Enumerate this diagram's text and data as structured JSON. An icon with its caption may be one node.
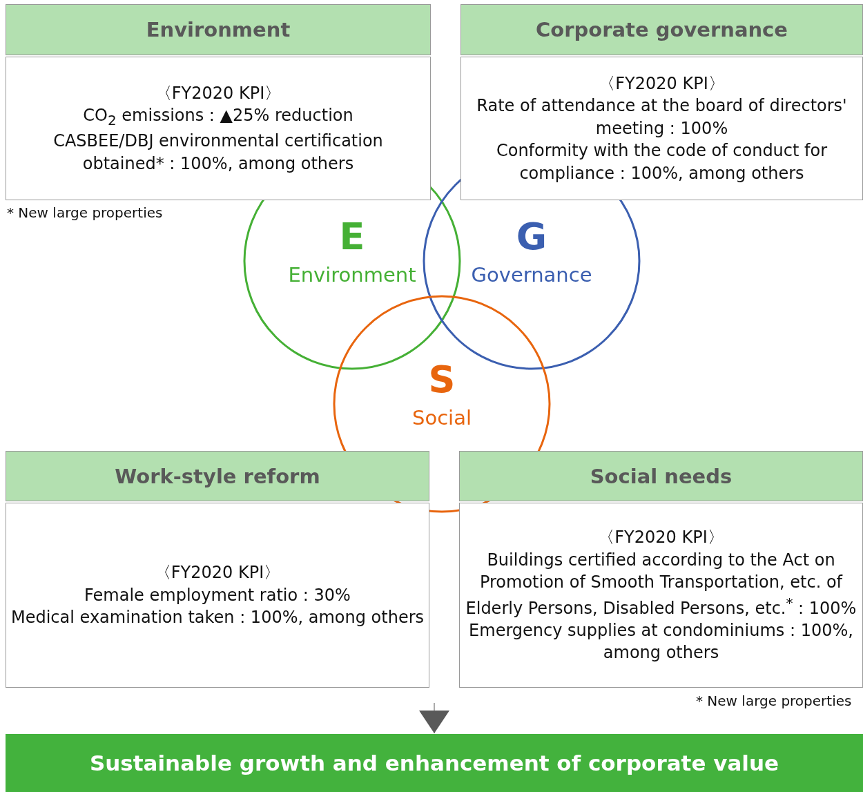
{
  "diagram": {
    "nodes": [
      {
        "text": [
          "Environment",
          "〈FY2020 KPI〉",
          "CO$_{2}$ emissions : ▲25% reduction",
          "CASBEE/DBJ  environmental certification obtained* : 100%, among others"
        ],
        "beside": [
          "* New large properties"
        ]
      },
      {
        "text": [
          "Corporate governance",
          "〈FY2020 KPI〉",
          "Rate of attendance at the board of directors' meeting  : 100%",
          "Conformity with the code of conduct for compliance : 100%, among others"
        ]
      },
      {
        "text": [
          "E",
          "Environment"
        ]
      },
      {
        "text": [
          "G",
          "Governance"
        ]
      },
      {
        "text": [
          "S",
          "Social"
        ]
      },
      {
        "text": [
          "Work-style reform",
          "〈FY2020 KPI〉",
          "Female employment ratio : 30%",
          "Medical examination taken : 100%, among others"
        ]
      },
      {
        "text": [
          "Social needs",
          "〈FY2020 KPI〉",
          "Buildings certified according to the Act on Promotion of Smooth Transportation, etc. of Elderly Persons, Disabled Persons, etc.$^{*}$ : 100%",
          "Emergency supplies at condominiums : 100%, among others"
        ],
        "beside": [
          "* New large properties"
        ]
      },
      {
        "text": [
          "Sustainable growth and enhancement of corporate value"
        ]
      }
    ],
    "edges": [
      {
        "from": null,
        "to": 7,
        "arrow": "to"
      }
    ]
  }
}
